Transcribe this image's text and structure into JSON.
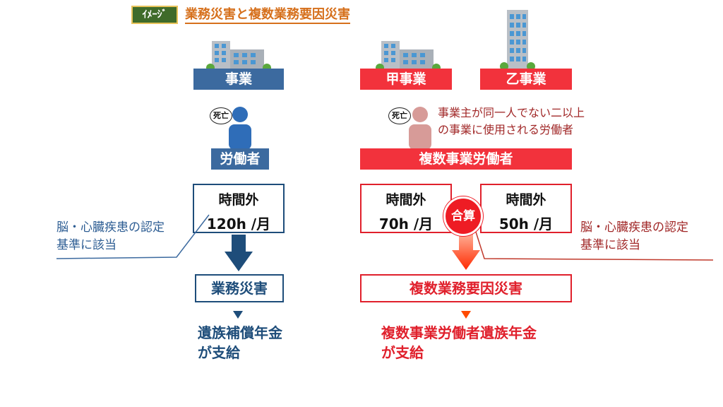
{
  "header": {
    "tag": "ｲﾒｰｼﾞ",
    "title": "業務災害と複数業務要因災害"
  },
  "left": {
    "business": "事業",
    "death_tag": "死亡",
    "worker": "労働者",
    "overtime_label": "時間外",
    "overtime_value": "120h /月",
    "criteria_line1": "脳・心臓疾患の認定",
    "criteria_line2": "基準に該当",
    "result": "業務災害",
    "grant_line1": "遺族補償年金",
    "grant_line2": "が支給"
  },
  "right": {
    "business_a": "甲事業",
    "business_b": "乙事業",
    "death_tag": "死亡",
    "note_line1": "事業主が同一人でない二以上",
    "note_line2": "の事業に使用される労働者",
    "worker": "複数事業労働者",
    "overtime_a_label": "時間外",
    "overtime_a_value": "70h /月",
    "overtime_b_label": "時間外",
    "overtime_b_value": "50h /月",
    "sum_badge": "合算",
    "criteria_line1": "脳・心臓疾患の認定",
    "criteria_line2": "基準に該当",
    "result": "複数業務要因災害",
    "grant_line1": "複数事業労働者遺族年金",
    "grant_line2": "が支給"
  },
  "colors": {
    "blue": "#3c6a9f",
    "navy": "#1e4d7a",
    "red": "#f2323c",
    "title_orange": "#d6701c"
  }
}
